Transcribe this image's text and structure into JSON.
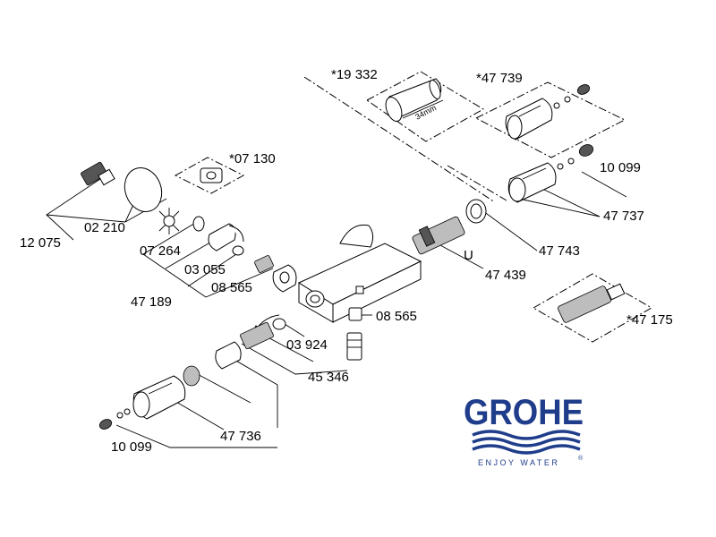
{
  "parts": [
    {
      "id": "p1",
      "code": "*19 332"
    },
    {
      "id": "p2",
      "code": "*47 739"
    },
    {
      "id": "p3",
      "code": "10 099"
    },
    {
      "id": "p4",
      "code": "*07 130"
    },
    {
      "id": "p5",
      "code": "47 737"
    },
    {
      "id": "p6",
      "code": "12 075"
    },
    {
      "id": "p7",
      "code": "02 210"
    },
    {
      "id": "p8",
      "code": "07 264"
    },
    {
      "id": "p9",
      "code": "47 743"
    },
    {
      "id": "p10",
      "code": "U"
    },
    {
      "id": "p11",
      "code": "47 439"
    },
    {
      "id": "p12",
      "code": "03 055"
    },
    {
      "id": "p13",
      "code": "47 189"
    },
    {
      "id": "p14",
      "code": "08 565"
    },
    {
      "id": "p15",
      "code": "08 565"
    },
    {
      "id": "p16",
      "code": "*47 175"
    },
    {
      "id": "p17",
      "code": "03 924"
    },
    {
      "id": "p18",
      "code": "45 346"
    },
    {
      "id": "p19",
      "code": "10 099"
    },
    {
      "id": "p20",
      "code": "47 736"
    }
  ],
  "dimension_note": "34mm",
  "logo": {
    "name": "GROHE",
    "tagline": "ENJOY WATER",
    "mark": "®",
    "color": "#1f3d8a"
  }
}
